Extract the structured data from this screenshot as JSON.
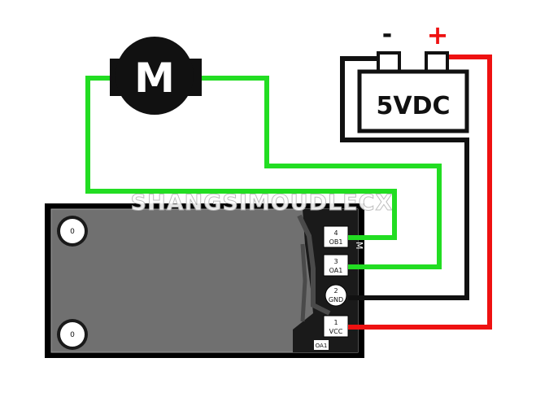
{
  "battery": {
    "label": "5VDC",
    "negative_sign": "-",
    "positive_sign": "+"
  },
  "motor": {
    "label": "M"
  },
  "watermark": "SHANGSIMOUDLECX",
  "board": {
    "mount_holes": [
      "0",
      "0"
    ],
    "pins": [
      {
        "number": "4",
        "name": "OB1"
      },
      {
        "number": "3",
        "name": "OA1"
      },
      {
        "number": "2",
        "name": "GND"
      },
      {
        "number": "1",
        "name": "VCC"
      }
    ],
    "side_label": "M",
    "bottom_label": "OA1"
  },
  "colors": {
    "motor_wire": "#22dd22",
    "positive_wire": "#ee1111",
    "negative_wire": "#111111",
    "board": "#6f6f6f",
    "board_edge": "#000000"
  }
}
